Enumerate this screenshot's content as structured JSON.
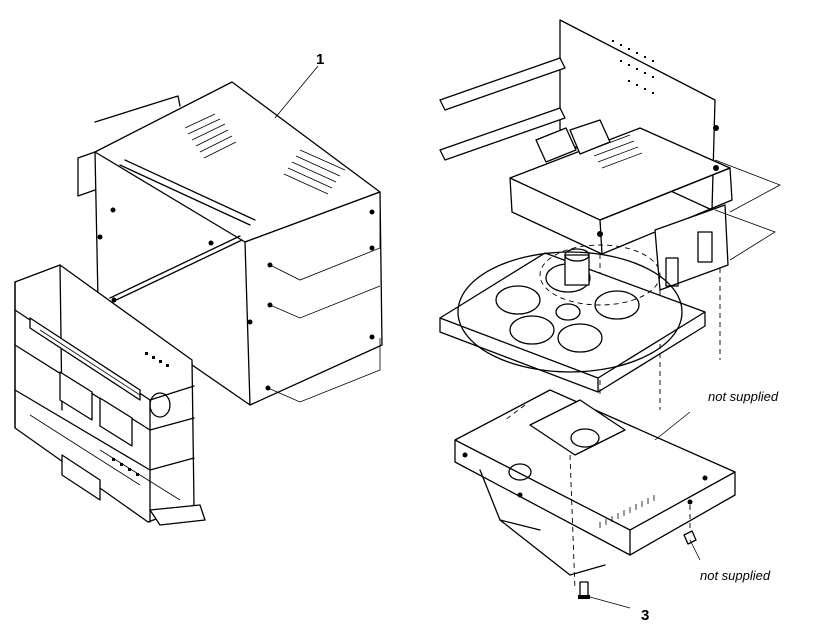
{
  "callouts": {
    "top_cover": "1",
    "screw": "3"
  },
  "notes": {
    "upper": "not supplied",
    "lower": "not supplied"
  }
}
